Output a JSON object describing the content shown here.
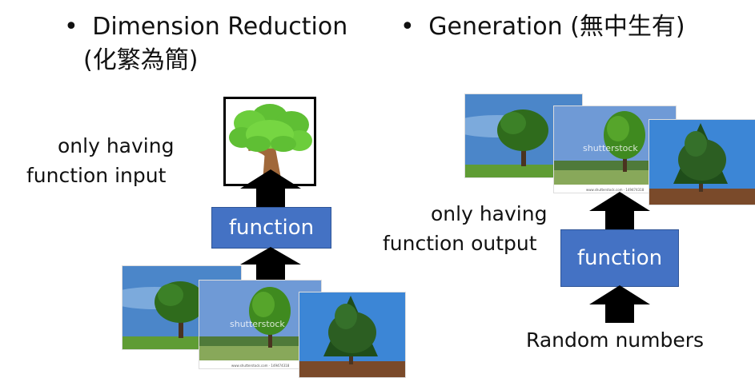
{
  "left": {
    "bullet": "•",
    "title_line1": "Dimension Reduction",
    "title_line2": "(化繁為簡)",
    "caption_line1": "only having",
    "caption_line2": "function input",
    "function_label": "function",
    "icon": "tree-icon"
  },
  "right": {
    "bullet": "•",
    "title": "Generation (無中生有)",
    "caption_line1": "only having",
    "caption_line2": "function output",
    "function_label": "function",
    "input_label": "Random numbers"
  },
  "watermark": "shutterstock",
  "watermark_small": "www.shutterstock.com · 149474318",
  "colors": {
    "function_box": "#4472c4",
    "arrow": "#000000",
    "sky": "#4b86c9",
    "grass": "#5f9c34",
    "foliage": "#5fbf34",
    "trunk": "#a0683a"
  }
}
